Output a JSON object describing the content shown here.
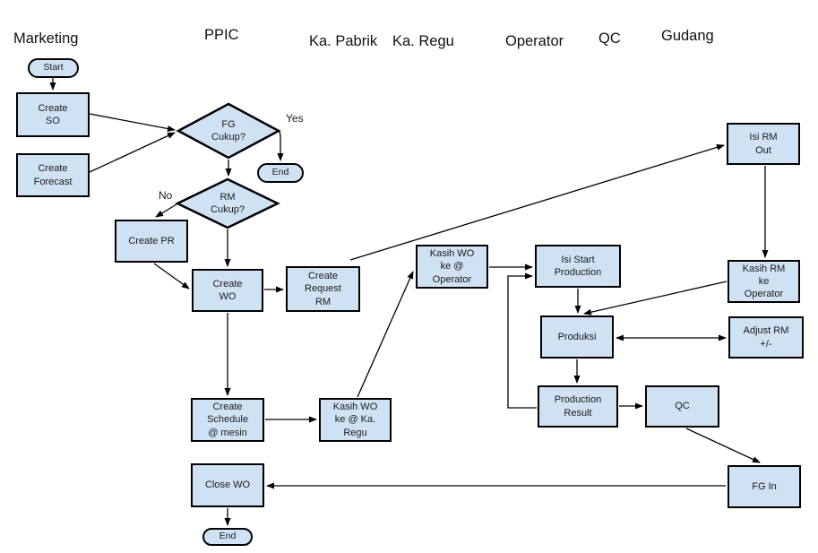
{
  "diagram": {
    "colors": {
      "node_fill": "#cfe2f3",
      "node_border": "#000000",
      "line": "#000000",
      "text": "#1a1a1a",
      "background": "#ffffff"
    },
    "lanes": [
      {
        "label": "Marketing"
      },
      {
        "label": "PPIC"
      },
      {
        "label": "Ka. Pabrik"
      },
      {
        "label": "Ka. Regu"
      },
      {
        "label": "Operator"
      },
      {
        "label": "QC"
      },
      {
        "label": "Gudang"
      }
    ],
    "nodes": [
      {
        "id": "start",
        "type": "terminator",
        "lane": "Marketing",
        "label": "Start"
      },
      {
        "id": "create-so",
        "type": "process",
        "lane": "Marketing",
        "label": "Create\nSO"
      },
      {
        "id": "create-forecast",
        "type": "process",
        "lane": "Marketing",
        "label": "Create\nForecast"
      },
      {
        "id": "fg-cukup",
        "type": "decision",
        "lane": "PPIC",
        "label": "FG\nCukup?"
      },
      {
        "id": "end-top",
        "type": "terminator",
        "lane": "PPIC",
        "label": "End"
      },
      {
        "id": "rm-cukup",
        "type": "decision",
        "lane": "PPIC",
        "label": "RM\nCukup?"
      },
      {
        "id": "create-pr",
        "type": "process",
        "lane": "PPIC",
        "label": "Create PR"
      },
      {
        "id": "create-wo",
        "type": "process",
        "lane": "PPIC",
        "label": "Create\nWO"
      },
      {
        "id": "create-request-rm",
        "type": "process",
        "lane": "Ka. Pabrik",
        "label": "Create\nRequest\nRM"
      },
      {
        "id": "kasih-wo-operator",
        "type": "process",
        "lane": "Ka. Regu",
        "label": "Kasih WO\nke @\nOperator"
      },
      {
        "id": "isi-start-production",
        "type": "process",
        "lane": "Operator",
        "label": "Isi Start\nProduction"
      },
      {
        "id": "produksi",
        "type": "process",
        "lane": "Operator",
        "label": "Produksi"
      },
      {
        "id": "production-result",
        "type": "process",
        "lane": "Operator",
        "label": "Production\nResult"
      },
      {
        "id": "qc",
        "type": "process",
        "lane": "QC",
        "label": "QC"
      },
      {
        "id": "isi-rm-out",
        "type": "process",
        "lane": "Gudang",
        "label": "Isi RM\nOut"
      },
      {
        "id": "kasih-rm-operator",
        "type": "process",
        "lane": "Gudang",
        "label": "Kasih RM\nke\nOperator"
      },
      {
        "id": "adjust-rm",
        "type": "process",
        "lane": "Gudang",
        "label": "Adjust RM\n+/-"
      },
      {
        "id": "fg-in",
        "type": "process",
        "lane": "Gudang",
        "label": "FG In"
      },
      {
        "id": "create-schedule",
        "type": "process",
        "lane": "PPIC",
        "label": "Create\nSchedule\n@ mesin"
      },
      {
        "id": "kasih-wo-ka-regu",
        "type": "process",
        "lane": "Ka. Pabrik",
        "label": "Kasih WO\nke @ Ka.\nRegu"
      },
      {
        "id": "close-wo",
        "type": "process",
        "lane": "PPIC",
        "label": "Close WO"
      },
      {
        "id": "end-bottom",
        "type": "terminator",
        "lane": "PPIC",
        "label": "End"
      }
    ],
    "edges": [
      {
        "from": "start",
        "to": "create-so",
        "label": ""
      },
      {
        "from": "create-so",
        "to": "fg-cukup",
        "label": ""
      },
      {
        "from": "create-forecast",
        "to": "fg-cukup",
        "label": ""
      },
      {
        "from": "fg-cukup",
        "to": "end-top",
        "label": "Yes"
      },
      {
        "from": "fg-cukup",
        "to": "rm-cukup",
        "label": ""
      },
      {
        "from": "rm-cukup",
        "to": "create-pr",
        "label": "No"
      },
      {
        "from": "rm-cukup",
        "to": "create-wo",
        "label": ""
      },
      {
        "from": "create-pr",
        "to": "create-wo",
        "label": ""
      },
      {
        "from": "create-wo",
        "to": "create-request-rm",
        "label": ""
      },
      {
        "from": "create-wo",
        "to": "create-schedule",
        "label": ""
      },
      {
        "from": "create-schedule",
        "to": "kasih-wo-ka-regu",
        "label": ""
      },
      {
        "from": "kasih-wo-ka-regu",
        "to": "kasih-wo-operator",
        "label": ""
      },
      {
        "from": "kasih-wo-operator",
        "to": "isi-start-production",
        "label": ""
      },
      {
        "from": "create-request-rm",
        "to": "isi-rm-out",
        "label": ""
      },
      {
        "from": "isi-rm-out",
        "to": "kasih-rm-operator",
        "label": ""
      },
      {
        "from": "kasih-rm-operator",
        "to": "produksi",
        "label": ""
      },
      {
        "from": "isi-start-production",
        "to": "produksi",
        "label": ""
      },
      {
        "from": "produksi",
        "to": "adjust-rm",
        "label": "",
        "bidirectional": true
      },
      {
        "from": "produksi",
        "to": "production-result",
        "label": ""
      },
      {
        "from": "production-result",
        "to": "qc",
        "label": ""
      },
      {
        "from": "production-result",
        "to": "isi-start-production",
        "label": ""
      },
      {
        "from": "qc",
        "to": "fg-in",
        "label": ""
      },
      {
        "from": "fg-in",
        "to": "close-wo",
        "label": ""
      },
      {
        "from": "close-wo",
        "to": "end-bottom",
        "label": ""
      }
    ]
  }
}
